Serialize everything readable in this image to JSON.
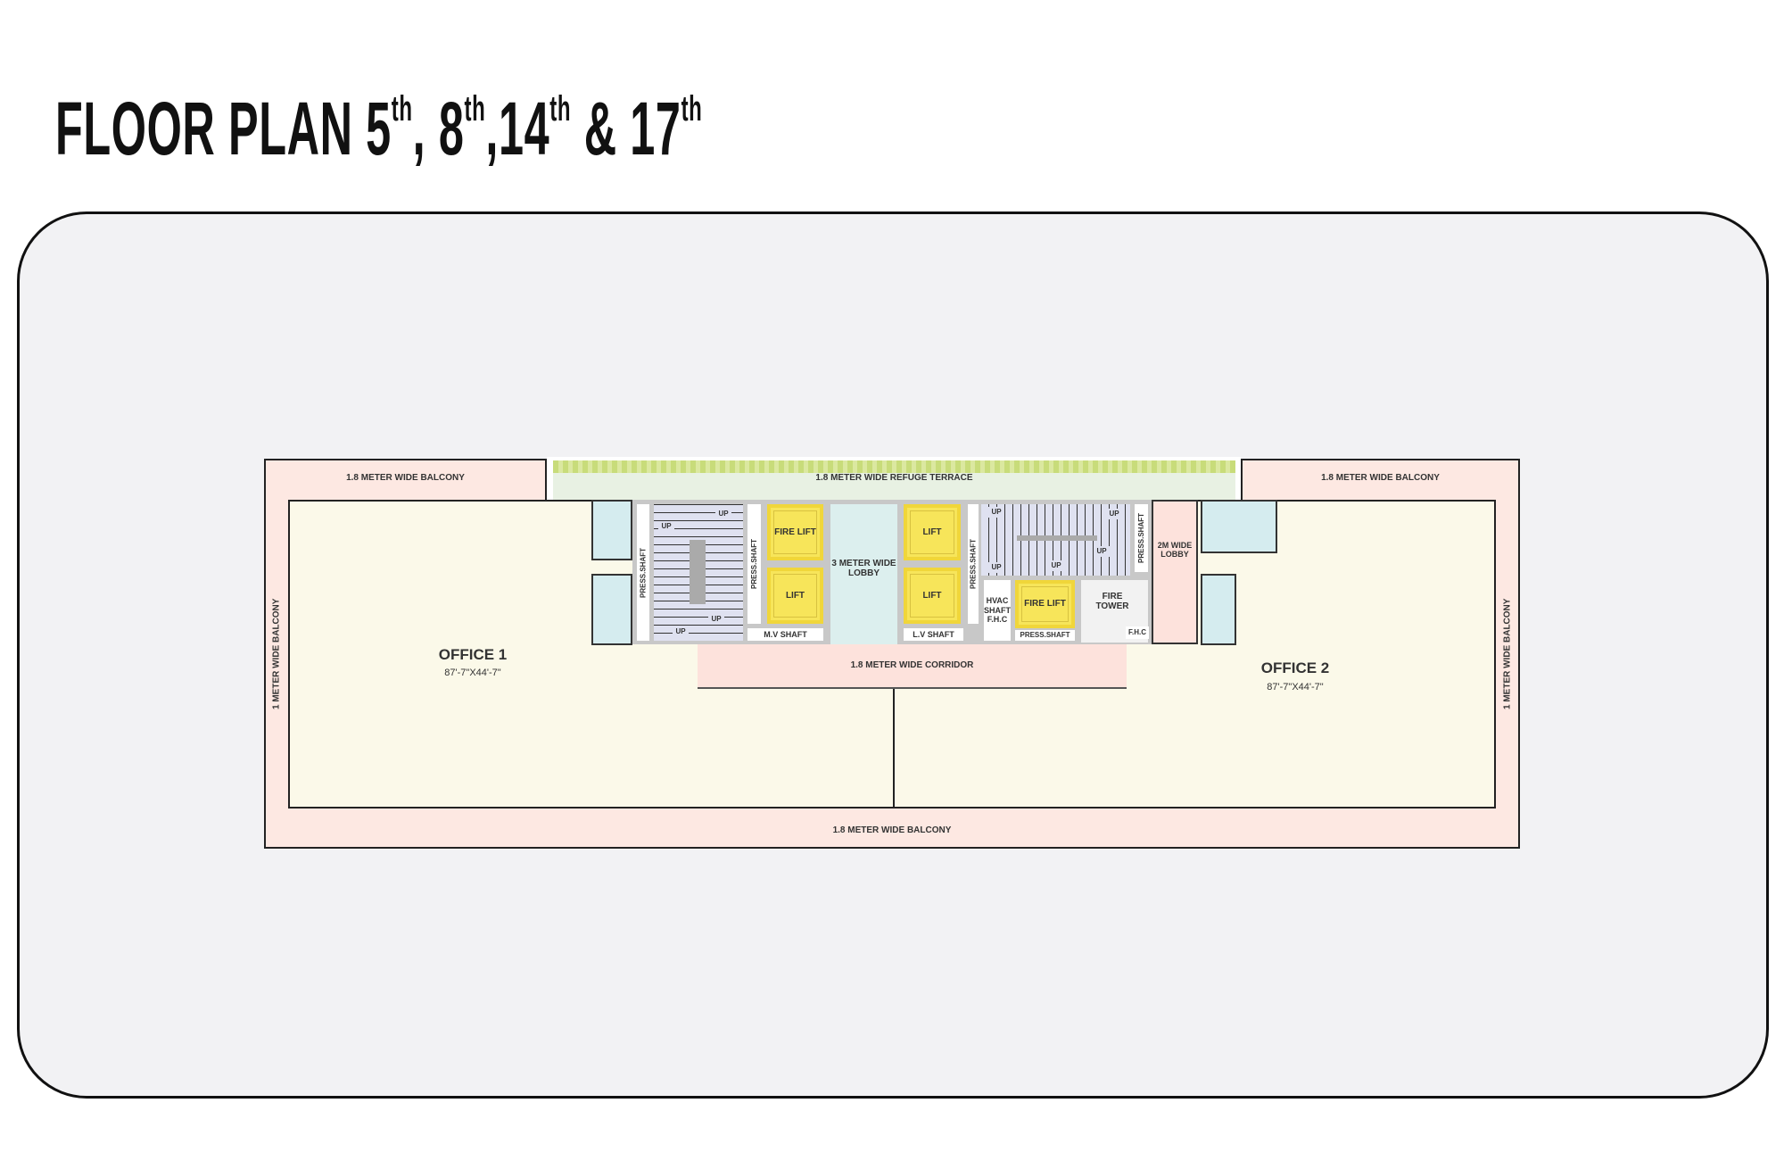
{
  "title": {
    "prefix": "FLOOR PLAN 5",
    "parts": [
      {
        "sup": "th",
        "after": ", 8"
      },
      {
        "sup": "th",
        "after": ",14"
      },
      {
        "sup": "th",
        "after": " & 17"
      },
      {
        "sup": "th",
        "after": ""
      }
    ]
  },
  "plan": {
    "balcony_top_left": "1.8 METER WIDE BALCONY",
    "balcony_top_right": "1.8 METER WIDE BALCONY",
    "balcony_bottom": "1.8 METER WIDE BALCONY",
    "balcony_left": "1 METER WIDE BALCONY",
    "balcony_right": "1 METER WIDE BALCONY",
    "refuge_terrace": "1.8 METER WIDE REFUGE TERRACE",
    "office1": {
      "name": "OFFICE 1",
      "size": "87'-7\"X44'-7\""
    },
    "office2": {
      "name": "OFFICE 2",
      "size": "87'-7\"X44'-7\""
    },
    "corridor": "1.8 METER WIDE CORRIDOR",
    "lobby_3m": "3 METER WIDE LOBBY",
    "lobby_2m": "2M WIDE LOBBY",
    "press_shaft": "PRESS.SHAFT",
    "press_shaft_alt": "PRESS.SHAFT",
    "mv_shaft": "M.V SHAFT",
    "lv_shaft": "L.V SHAFT",
    "fire_lift": "FIRE LIFT",
    "lift": "LIFT",
    "hvac": "HVAC SHAFT F.H.C",
    "fire_tower": "FIRE TOWER",
    "fhc": "F.H.C",
    "up": "UP"
  }
}
